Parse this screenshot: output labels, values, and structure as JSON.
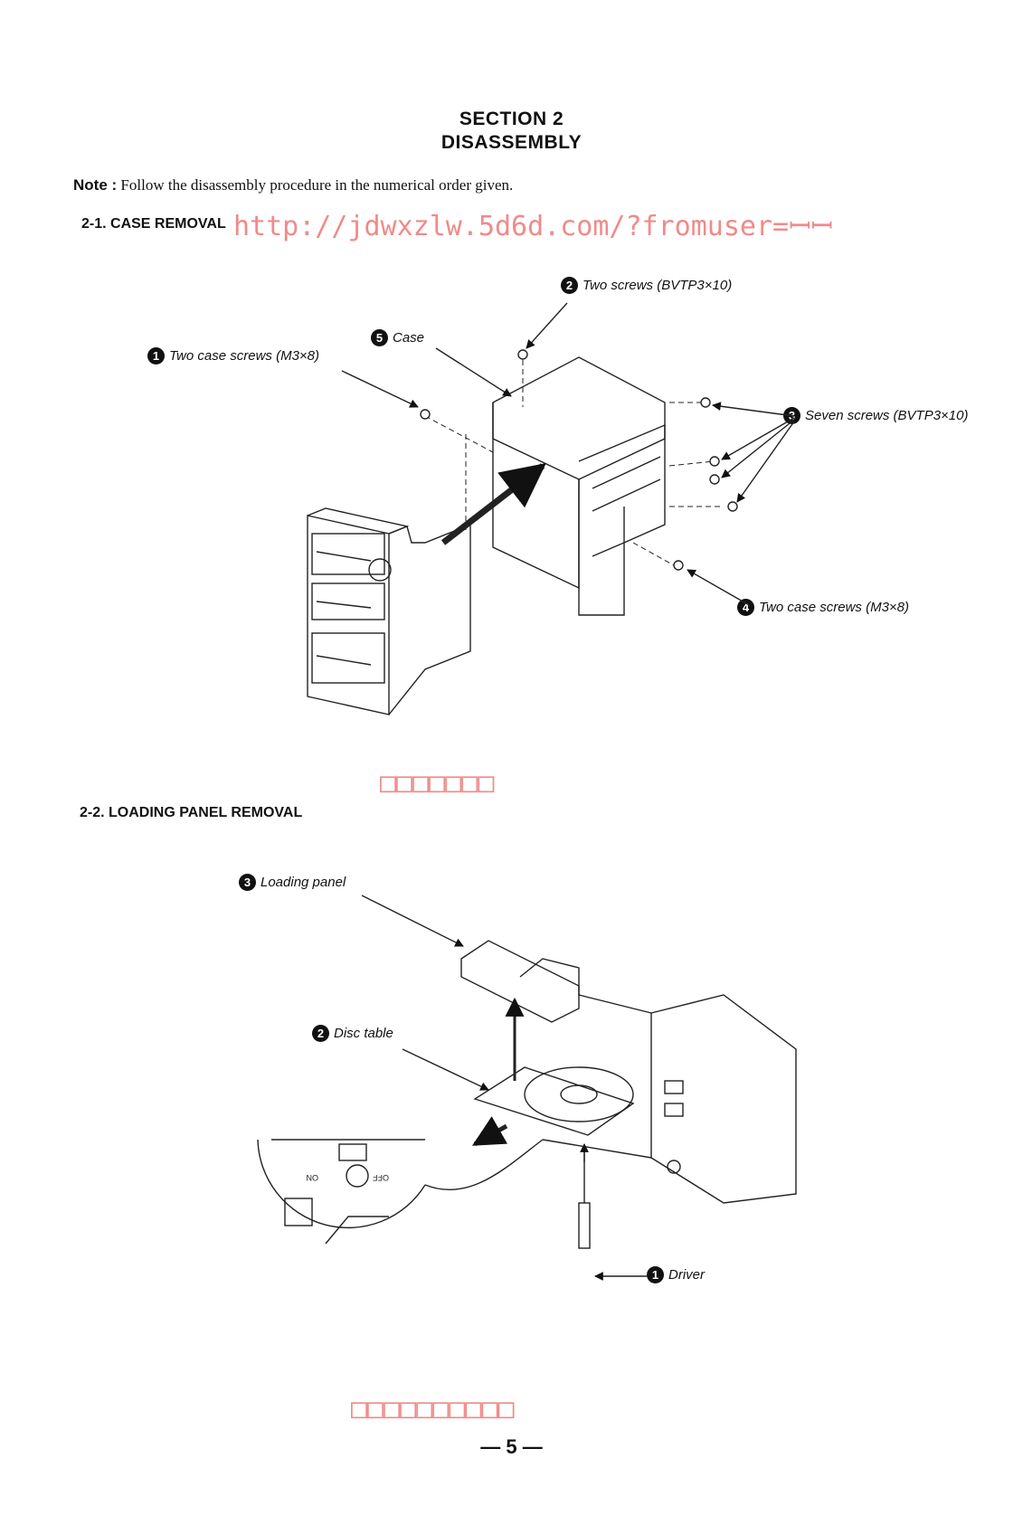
{
  "section": {
    "number_line": "SECTION  2",
    "name": "DISASSEMBLY"
  },
  "note": {
    "label": "Note :",
    "text": "Follow the disassembly procedure in the numerical order given."
  },
  "case_removal": {
    "heading": "2-1. CASE REMOVAL",
    "watermark": "http://jdwxzlw.5d6d.com/?fromuser=ꟷꟷ",
    "callouts": [
      {
        "num": "2",
        "text": "Two screws (BVTP3×10)"
      },
      {
        "num": "5",
        "text": "Case"
      },
      {
        "num": "1",
        "text": "Two case screws (M3×8)"
      },
      {
        "num": "3",
        "text": "Seven screws (BVTP3×10)"
      },
      {
        "num": "4",
        "text": "Two case screws (M3×8)"
      }
    ]
  },
  "mid_watermark": "□□□□□□□",
  "loading_panel_removal": {
    "heading": "2-2. LOADING PANEL REMOVAL",
    "callouts": [
      {
        "num": "3",
        "text": "Loading panel"
      },
      {
        "num": "2",
        "text": "Disc table"
      },
      {
        "num": "1",
        "text": "Driver"
      }
    ],
    "detail_labels": {
      "on": "ON",
      "off": "OFF"
    }
  },
  "bottom_watermark": "□□□□□□□□□□",
  "page_number": "— 5 —"
}
